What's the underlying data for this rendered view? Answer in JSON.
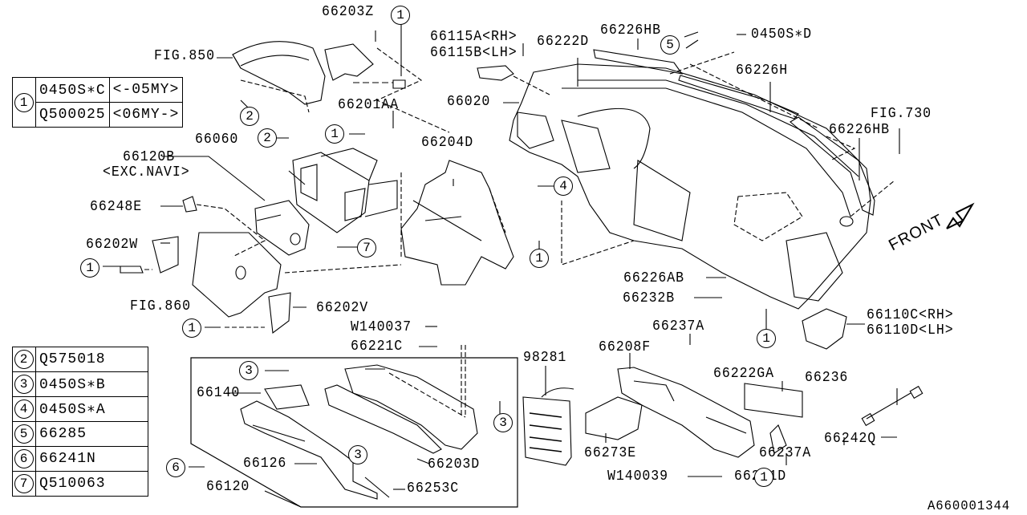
{
  "diagram": {
    "title_code": "A660001344",
    "direction_label": "FRONT",
    "part_labels": {
      "fig850": "FIG.850",
      "p66203Z": "66203Z",
      "p66115A": "66115A<RH>",
      "p66115B": "66115B<LH>",
      "p66222D": "66222D",
      "p66226HB_top": "66226HB",
      "p0450SD": "0450S∗D",
      "p66226H": "66226H",
      "fig730": "FIG.730",
      "p66226HB_right": "66226HB",
      "p66020": "66020",
      "p66201AA": "66201AA",
      "p66060": "66060",
      "p66120B": "66120B",
      "p66120B_note": "<EXC.NAVI>",
      "p66204D": "66204D",
      "p66248E": "66248E",
      "p66202W": "66202W",
      "fig860": "FIG.860",
      "p66202V": "66202V",
      "p66226AB": "66226AB",
      "p66232B": "66232B",
      "p66110C": "66110C<RH>",
      "p66110D": "66110D<LH>",
      "pW140037": "W140037",
      "p66221C": "66221C",
      "p66237A_top": "66237A",
      "p98281": "98281",
      "p66208F": "66208F",
      "p66222GA": "66222GA",
      "p66236": "66236",
      "p66140": "66140",
      "p66126": "66126",
      "p66120": "66120",
      "p66203D": "66203D",
      "p66253C": "66253C",
      "p66273E": "66273E",
      "pW140039": "W140039",
      "p66201D": "66201D",
      "p66237A_bottom": "66237A",
      "p66242Q": "66242Q"
    },
    "callouts": [
      "1",
      "2",
      "3",
      "4",
      "5",
      "6",
      "7"
    ]
  },
  "legend_top": {
    "ref": "1",
    "rows": [
      {
        "part": "0450S∗C",
        "note": "<-05MY>"
      },
      {
        "part": "Q500025",
        "note": "<06MY->"
      }
    ]
  },
  "legend_bottom": {
    "rows": [
      {
        "ref": "2",
        "part": "Q575018"
      },
      {
        "ref": "3",
        "part": "0450S∗B"
      },
      {
        "ref": "4",
        "part": "0450S∗A"
      },
      {
        "ref": "5",
        "part": "66285"
      },
      {
        "ref": "6",
        "part": "66241N"
      },
      {
        "ref": "7",
        "part": "Q510063"
      }
    ]
  }
}
